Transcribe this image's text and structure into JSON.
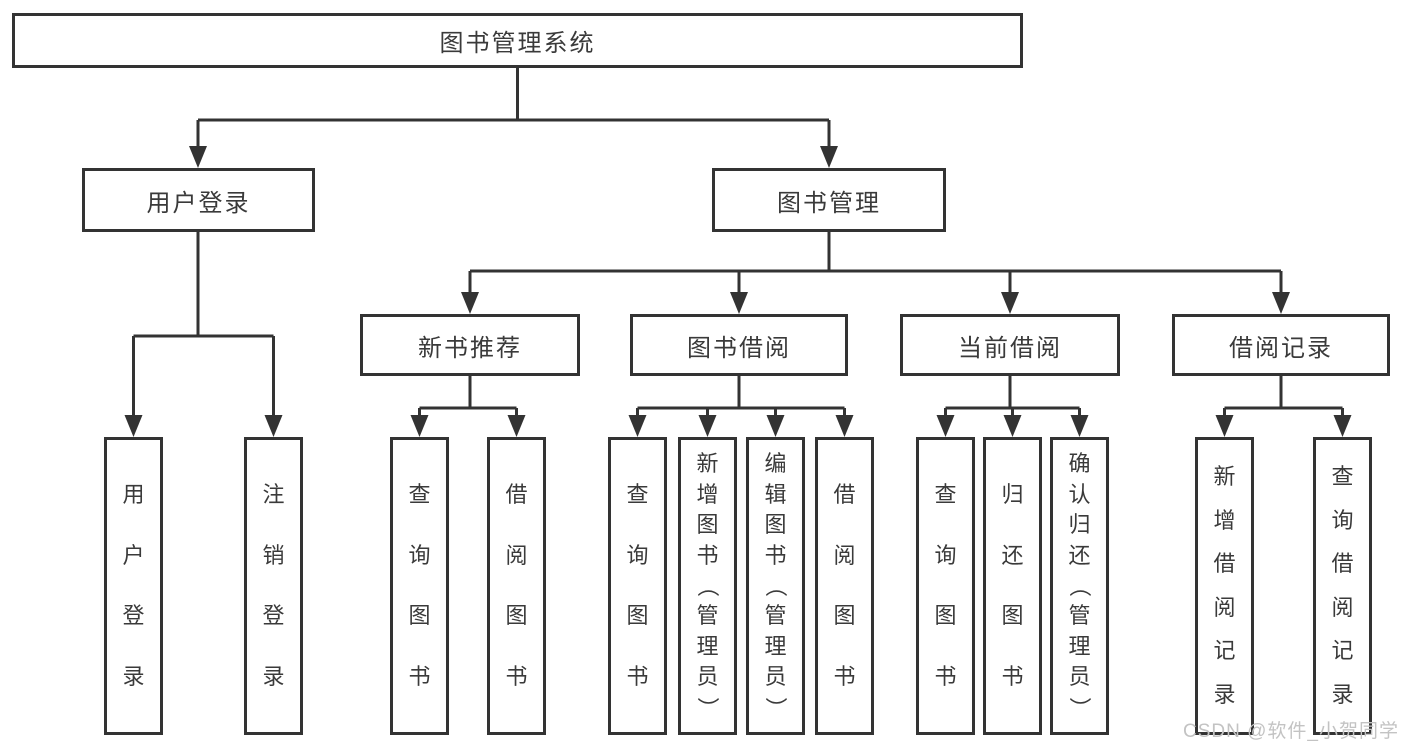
{
  "diagram": {
    "root": {
      "label": "图书管理系统"
    },
    "level2": [
      {
        "id": "user-login",
        "label": "用户登录"
      },
      {
        "id": "book-management",
        "label": "图书管理"
      }
    ],
    "level3": [
      {
        "id": "new-book-recommend",
        "label": "新书推荐",
        "parent": "图书管理"
      },
      {
        "id": "book-borrow",
        "label": "图书借阅",
        "parent": "图书管理"
      },
      {
        "id": "current-borrow",
        "label": "当前借阅",
        "parent": "图书管理"
      },
      {
        "id": "borrow-records",
        "label": "借阅记录",
        "parent": "图书管理"
      }
    ],
    "leaves": [
      {
        "group": "用户登录",
        "label": "用户登录"
      },
      {
        "group": "用户登录",
        "label": "注销登录"
      },
      {
        "group": "新书推荐",
        "label": "查询图书"
      },
      {
        "group": "新书推荐",
        "label": "借阅图书"
      },
      {
        "group": "图书借阅",
        "label": "查询图书"
      },
      {
        "group": "图书借阅",
        "label": "新增图书（管理员）"
      },
      {
        "group": "图书借阅",
        "label": "编辑图书（管理员）"
      },
      {
        "group": "图书借阅",
        "label": "借阅图书"
      },
      {
        "group": "当前借阅",
        "label": "查询图书"
      },
      {
        "group": "当前借阅",
        "label": "归还图书"
      },
      {
        "group": "当前借阅",
        "label": "确认归还（管理员）"
      },
      {
        "group": "借阅记录",
        "label": "新增借阅记录"
      },
      {
        "group": "借阅记录",
        "label": "查询借阅记录"
      }
    ]
  },
  "watermark": {
    "text": "CSDN @软件_小贺同学"
  },
  "colors": {
    "line": "#333333",
    "box_border": "#333333",
    "text": "#3a3a3a",
    "background": "#ffffff",
    "watermark": "#c3c3c3"
  }
}
